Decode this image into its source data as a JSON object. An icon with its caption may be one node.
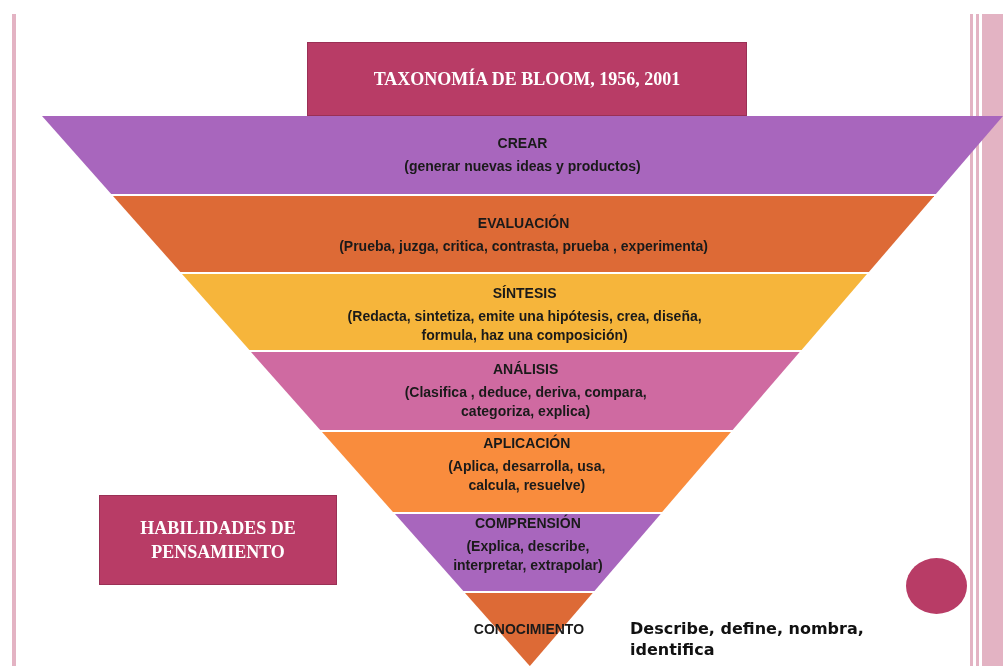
{
  "diagram": {
    "nodes": [
      {
        "text": [
          "TAXONOMÍA DE BLOOM, 1956, 2001"
        ]
      },
      {
        "text": [
          "CREAR",
          "(generar nuevas ideas y productos)"
        ]
      },
      {
        "text": [
          "EVALUACIÓN",
          "(Prueba, juzga, critica, contrasta, prueba , experimenta)"
        ]
      },
      {
        "text": [
          "SÍNTESIS",
          "(Redacta, sintetiza, emite una hipótesis, crea, diseña,  formula,  haz una composición)"
        ]
      },
      {
        "text": [
          "ANÁLISIS",
          "(Clasifica , deduce, deriva, compara, categoriza, explica)"
        ]
      },
      {
        "text": [
          "APLICACIÓN",
          "(Aplica, desarrolla, usa, calcula, resuelve)"
        ]
      },
      {
        "text": [
          "COMPRENSIÓN",
          "(Explica, describe, interpretar, extrapolar)"
        ]
      },
      {
        "text": [
          "CONOCIMIENTO"
        ],
        "beside": [
          "Describe, define, nombra, identifica"
        ]
      },
      {
        "text": [
          "HABILIDADES DE PENSAMIENTO"
        ]
      },
      {
        "text": [],
        "shape": "circle"
      }
    ],
    "edges": []
  }
}
